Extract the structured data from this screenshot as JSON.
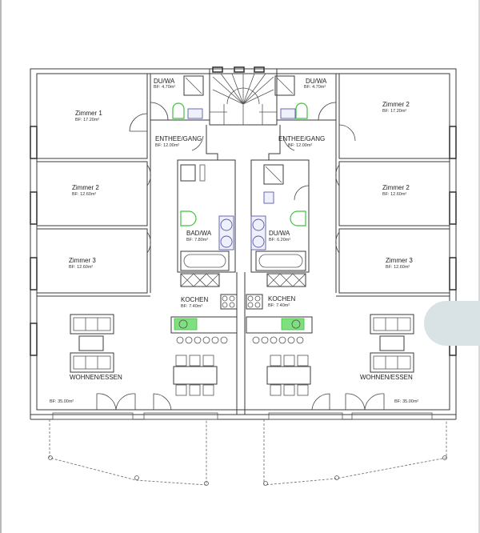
{
  "floor_plan": {
    "units": [
      {
        "side": "left",
        "rooms": [
          {
            "name": "Zimmer 1",
            "area": "BF: 17.20m²"
          },
          {
            "name": "Zimmer 2",
            "area": "BF: 12.60m²"
          },
          {
            "name": "Zimmer 3",
            "area": "BF: 12.60m²"
          },
          {
            "name": "DU/WA",
            "area": "BF: 4.70m²"
          },
          {
            "name": "ENTHEE/GANG",
            "area": "BF: 12.00m²"
          },
          {
            "name": "BAD/WA",
            "area": "BF: 7.80m²"
          },
          {
            "name": "KOCHEN",
            "area": "BF: 7.40m²"
          },
          {
            "name": "WOHNEN/ESSEN",
            "area": "BF: 35.00m²"
          }
        ]
      },
      {
        "side": "right",
        "rooms": [
          {
            "name": "Zimmer 2",
            "area": "BF: 17.20m²"
          },
          {
            "name": "Zimmer 2",
            "area": "BF: 12.60m²"
          },
          {
            "name": "Zimmer 3",
            "area": "BF: 12.60m²"
          },
          {
            "name": "DU/WA",
            "area": "BF: 4.70m²"
          },
          {
            "name": "ENTHEE/GANG",
            "area": "BF: 12.00m²"
          },
          {
            "name": "DU/WA",
            "area": "BF: 6.20m²"
          },
          {
            "name": "KOCHEN",
            "area": "BF: 7.40m²"
          },
          {
            "name": "WOHNEN/ESSEN",
            "area": "BF: 35.00m²"
          }
        ]
      }
    ],
    "colors": {
      "wall": "#3a3a3a",
      "wc_fixture": "#3fc23f",
      "sink_fixture": "#5a5ab0",
      "kitchen_sink": "#7fe07f",
      "side_tab": "#d9e2e5"
    }
  }
}
